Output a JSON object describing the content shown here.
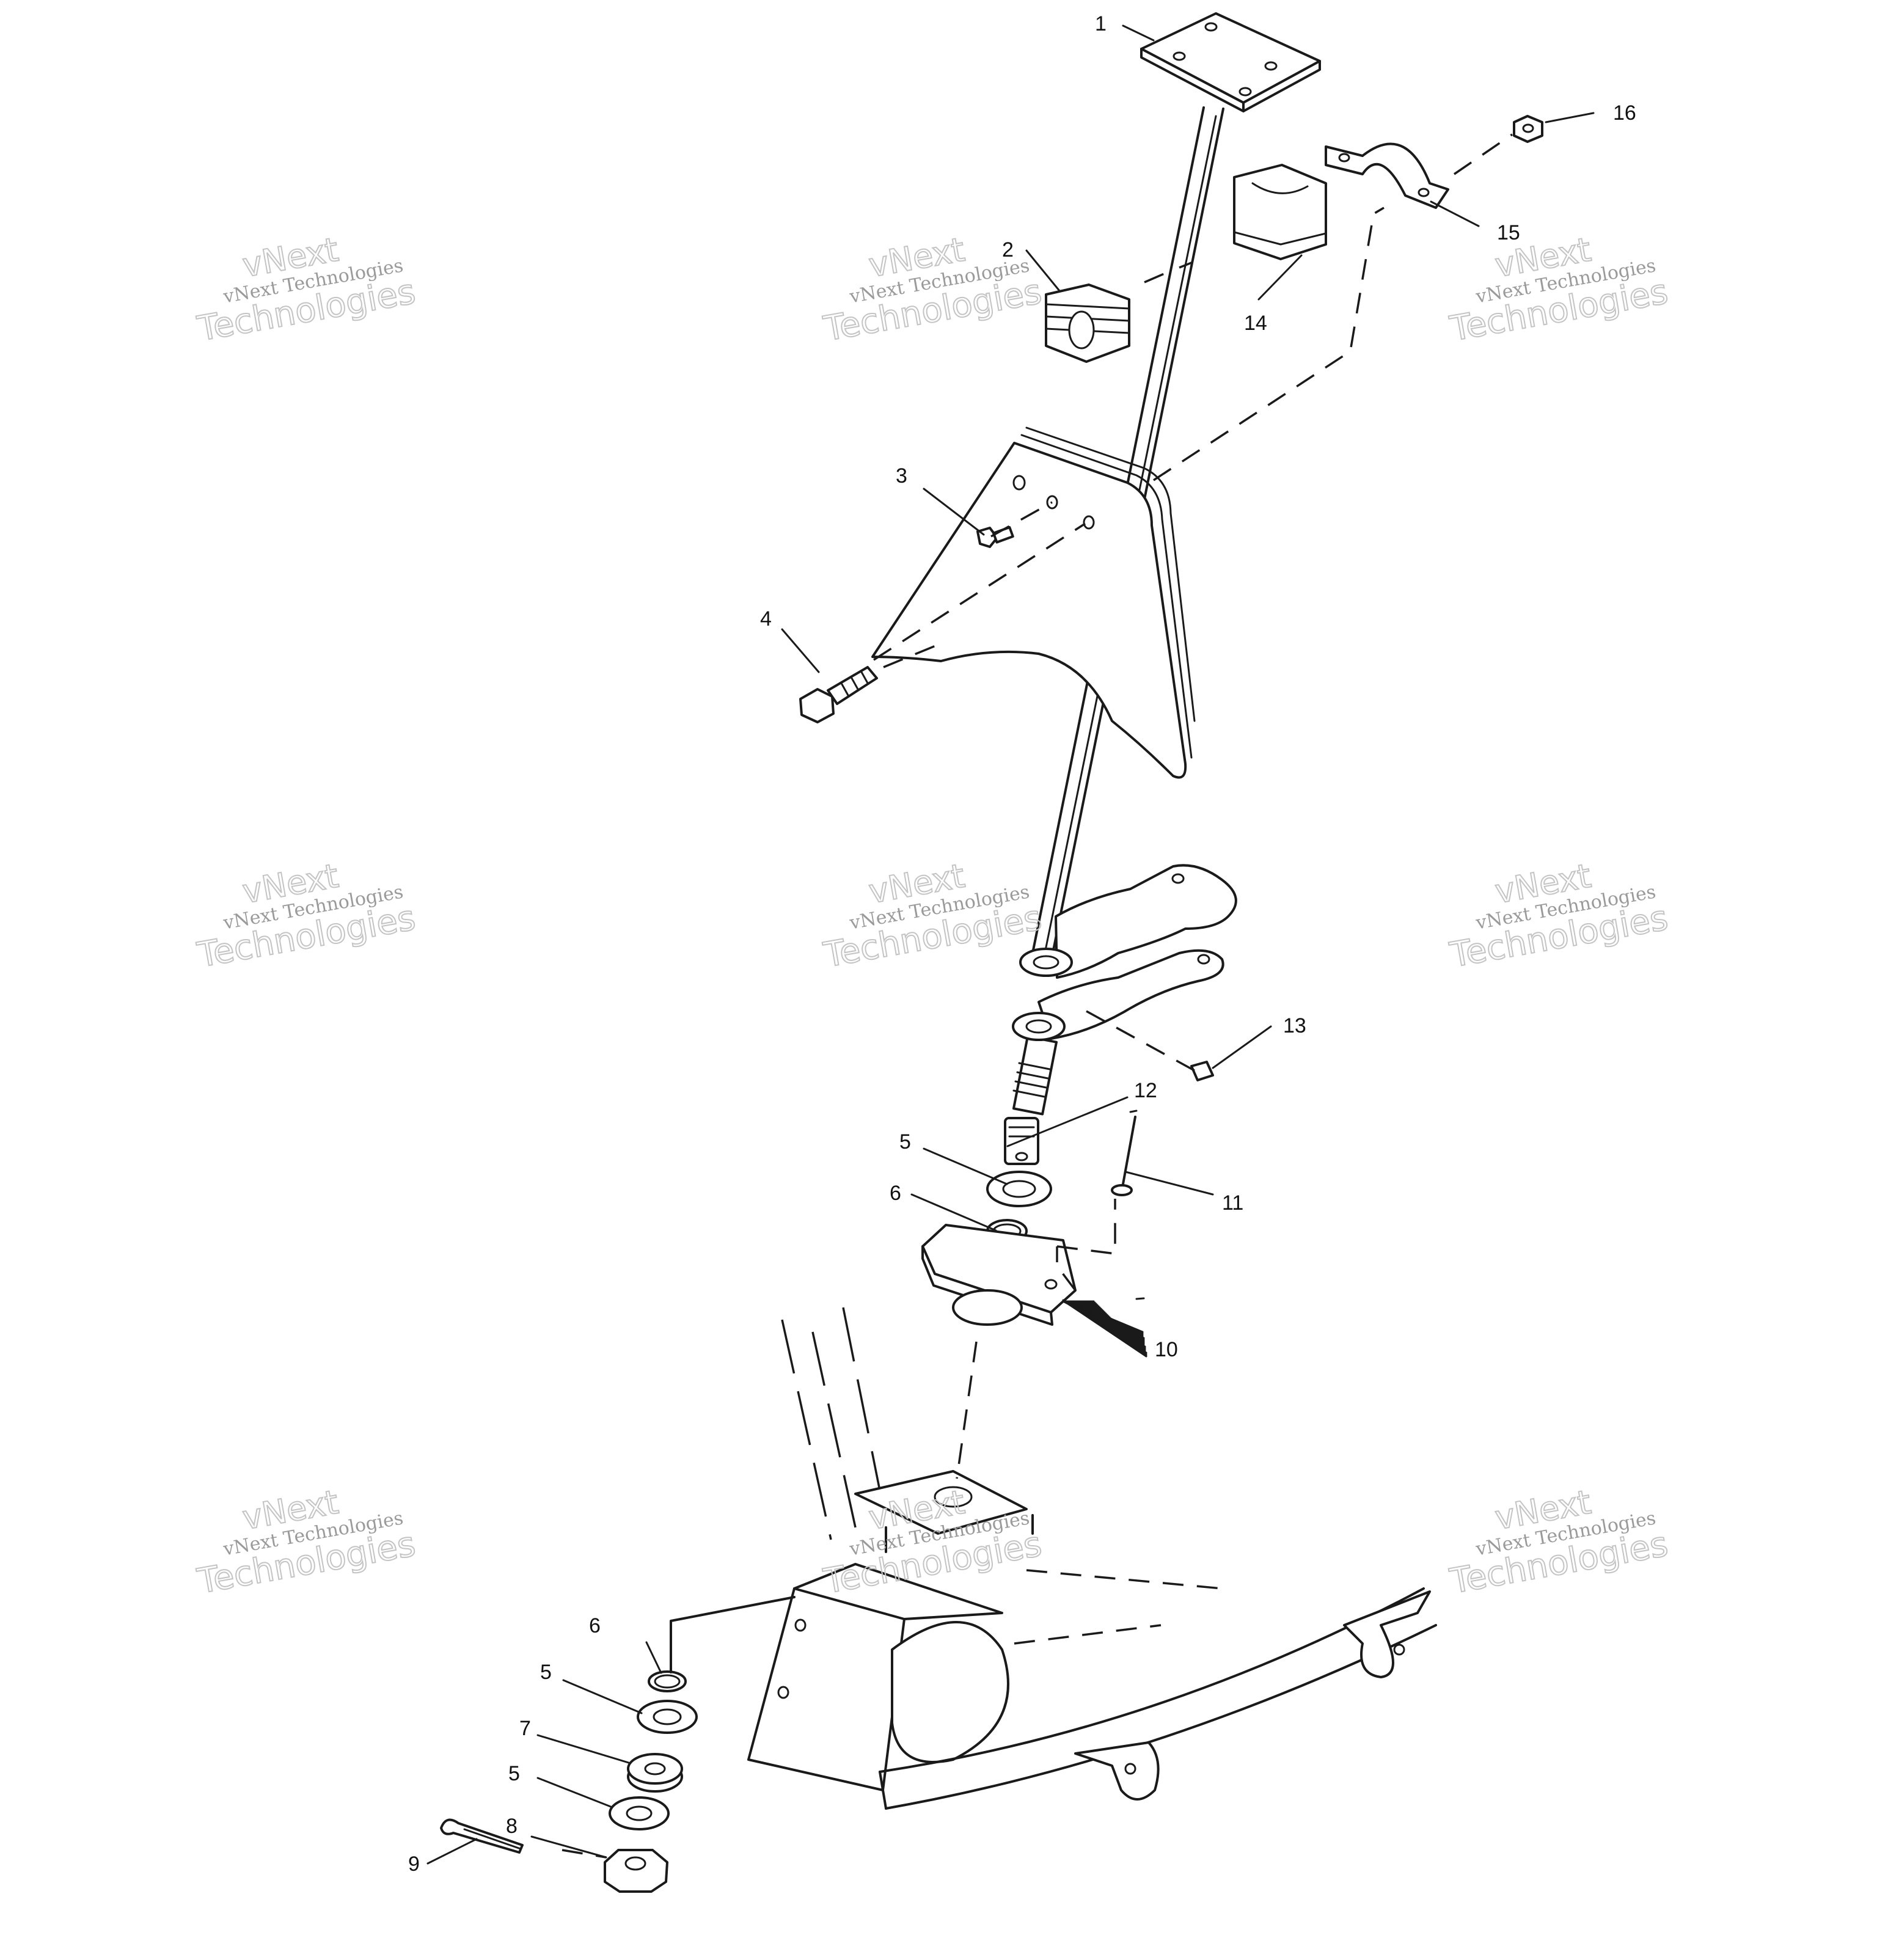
{
  "watermark": {
    "small": "vNext Technologies",
    "line1": "vNext",
    "line2": "Technologies"
  },
  "callouts": [
    "1",
    "2",
    "3",
    "4",
    "5",
    "6",
    "7",
    "8",
    "9",
    "10",
    "11",
    "12",
    "13",
    "14",
    "15",
    "16"
  ]
}
